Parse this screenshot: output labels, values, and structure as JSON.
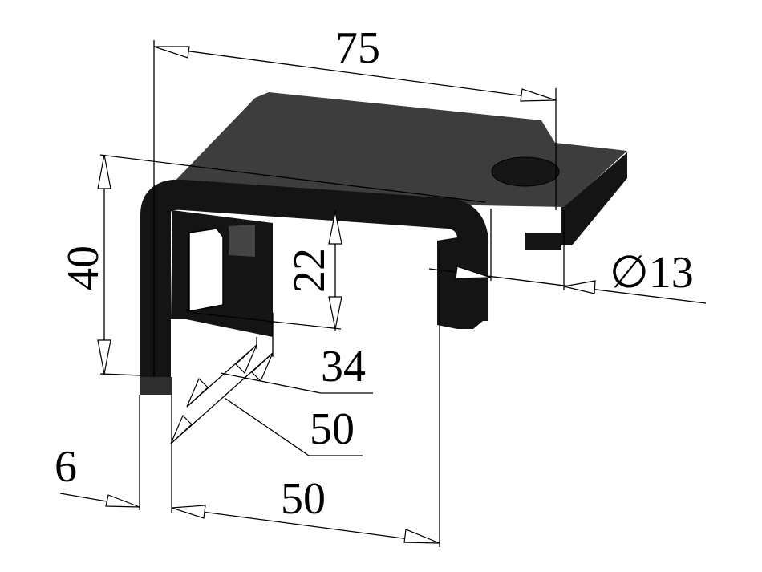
{
  "colors": {
    "part_top": "#3d3d3d",
    "part_body": "#141414",
    "background": "#ffffff"
  },
  "dimensions": {
    "overall_length": "75",
    "height": "40",
    "inner_height": "22",
    "hole_diameter": "∅13",
    "slot_length": "34",
    "inner_depth": "50",
    "thickness": "6",
    "depth": "50"
  }
}
